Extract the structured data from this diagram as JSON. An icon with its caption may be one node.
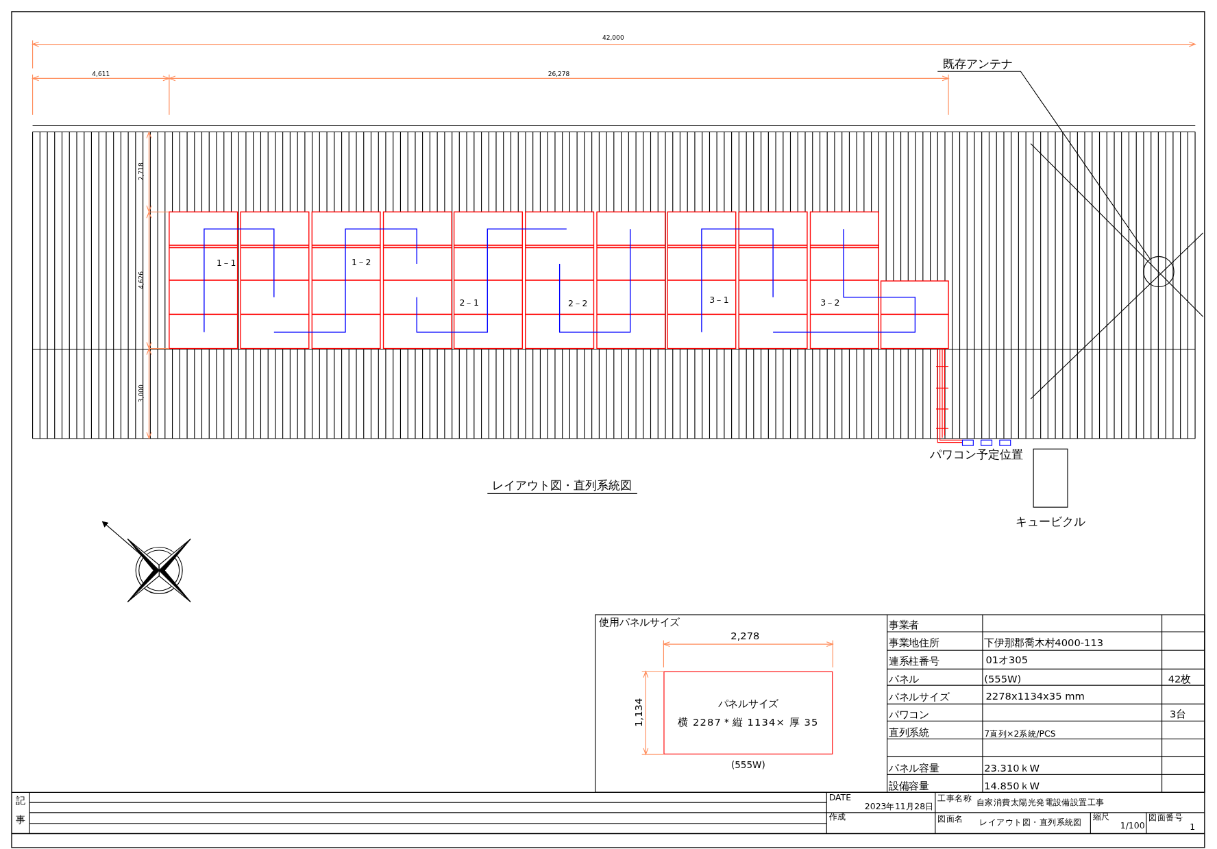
{
  "diagram": {
    "nodes": [
      {
        "text": [
          "既存アンテナ"
        ]
      },
      {
        "text": [],
        "shape": "circle"
      },
      {
        "text": [
          "キュービクル"
        ]
      },
      {
        "text": [
          "パネルサイズ",
          "横 2287＊縦 1134× 厚 35"
        ],
        "beside": [
          "(555W)"
        ]
      }
    ],
    "edges": [
      {
        "from": 0,
        "to": 1,
        "arrow": "none"
      }
    ],
    "labels": [
      "42,000",
      "4,611",
      "26,278",
      "2,718",
      "4,626",
      "3,000",
      "1－1",
      "1－2",
      "2－1",
      "2－2",
      "3－1",
      "3－2",
      "パワコン予定位置",
      "レイアウト図・直列系統図",
      "使用パネルサイズ",
      "2,278",
      "1,134",
      "事業者",
      "事業地住所",
      "下伊那郡喬木村4000-113",
      "連系柱番号",
      "01オ305",
      "パネル",
      "(555W)",
      "42枚",
      "パネルサイズ",
      "2278x1134x35 mm",
      "パワコン",
      "3台",
      "直列系統",
      "7直列×2系統/PCS",
      "パネル容量",
      "23.310ｋW",
      "設備容量",
      "14.850ｋW",
      "記",
      "事",
      "DATE",
      "2023年11月28日",
      "工事名称",
      "自家消費太陽光発電設備設置工事",
      "作成",
      "図面名",
      "レイアウト図・直列系統図",
      "縮尺",
      "1/100",
      "図面番号",
      "1"
    ]
  }
}
